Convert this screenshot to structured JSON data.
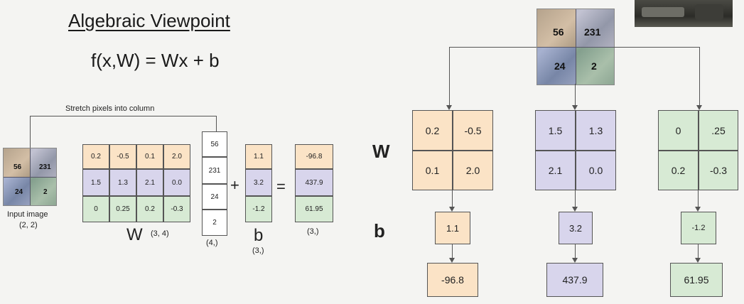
{
  "title": "Algebraic Viewpoint",
  "formula": "f(x,W) = Wx + b",
  "stretch_label": "Stretch pixels into column",
  "input_image": {
    "label": "Input image",
    "shape": "(2, 2)",
    "pixels": [
      "56",
      "231",
      "24",
      "2"
    ]
  },
  "left": {
    "W_rows": [
      [
        "0.2",
        "-0.5",
        "0.1",
        "2.0"
      ],
      [
        "1.5",
        "1.3",
        "2.1",
        "0.0"
      ],
      [
        "0",
        "0.25",
        "0.2",
        "-0.3"
      ]
    ],
    "W_label": "W",
    "W_shape": "(3, 4)",
    "x_col": [
      "56",
      "231",
      "24",
      "2"
    ],
    "x_shape": "(4,)",
    "plus": "+",
    "b_col": [
      "1.1",
      "3.2",
      "-1.2"
    ],
    "b_label": "b",
    "b_shape": "(3,)",
    "equals": "=",
    "out_col": [
      "-96.8",
      "437.9",
      "61.95"
    ],
    "out_shape": "(3,)"
  },
  "right": {
    "image_pixels": [
      "56",
      "231",
      "24",
      "2"
    ],
    "W_label": "W",
    "b_label": "b",
    "templates": [
      {
        "w": [
          "0.2",
          "-0.5",
          "0.1",
          "2.0"
        ],
        "b": "1.1",
        "out": "-96.8",
        "color": "#fbe3c6"
      },
      {
        "w": [
          "1.5",
          "1.3",
          "2.1",
          "0.0"
        ],
        "b": "3.2",
        "out": "437.9",
        "color": "#d8d5ec"
      },
      {
        "w": [
          "0",
          ".25",
          "0.2",
          "-0.3"
        ],
        "b": "-1.2",
        "out": "61.95",
        "color": "#d7ead4"
      }
    ]
  },
  "colors": {
    "orange": "#fbe3c6",
    "purple": "#d8d5ec",
    "green": "#d7ead4"
  }
}
